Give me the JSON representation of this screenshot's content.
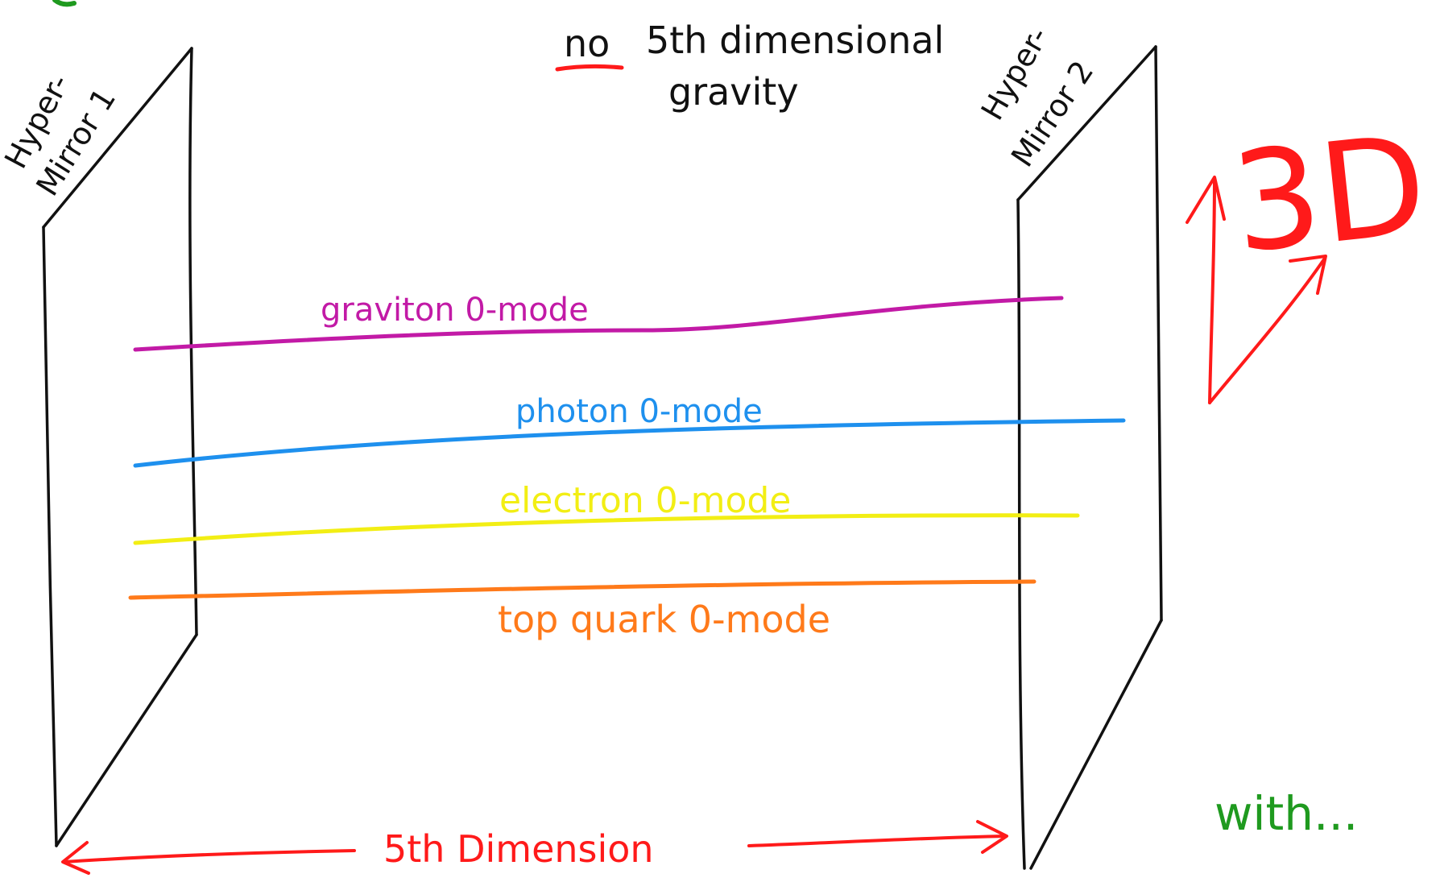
{
  "title": {
    "emphasis": "no",
    "rest_line1": "5th dimensional",
    "rest_line2": "gravity"
  },
  "mirrors": [
    {
      "line1": "Hyper-",
      "line2": "Mirror 1"
    },
    {
      "line1": "Hyper-",
      "line2": "Mirror 2"
    }
  ],
  "modes": [
    {
      "label": "graviton 0-mode",
      "color": "#c21aa6"
    },
    {
      "label": "photon 0-mode",
      "color": "#1e90ee"
    },
    {
      "label": "electron 0-mode",
      "color": "#f2ee14"
    },
    {
      "label": "top quark 0-mode",
      "color": "#ff7a1a"
    }
  ],
  "dimension_axis": {
    "label": "5th Dimension",
    "color": "#ff1a1a"
  },
  "space_label": {
    "text": "3D",
    "color": "#ff1a1a"
  },
  "footer_note": {
    "text": "with...",
    "color": "#1f9a1f"
  },
  "ink_color": "#111111"
}
